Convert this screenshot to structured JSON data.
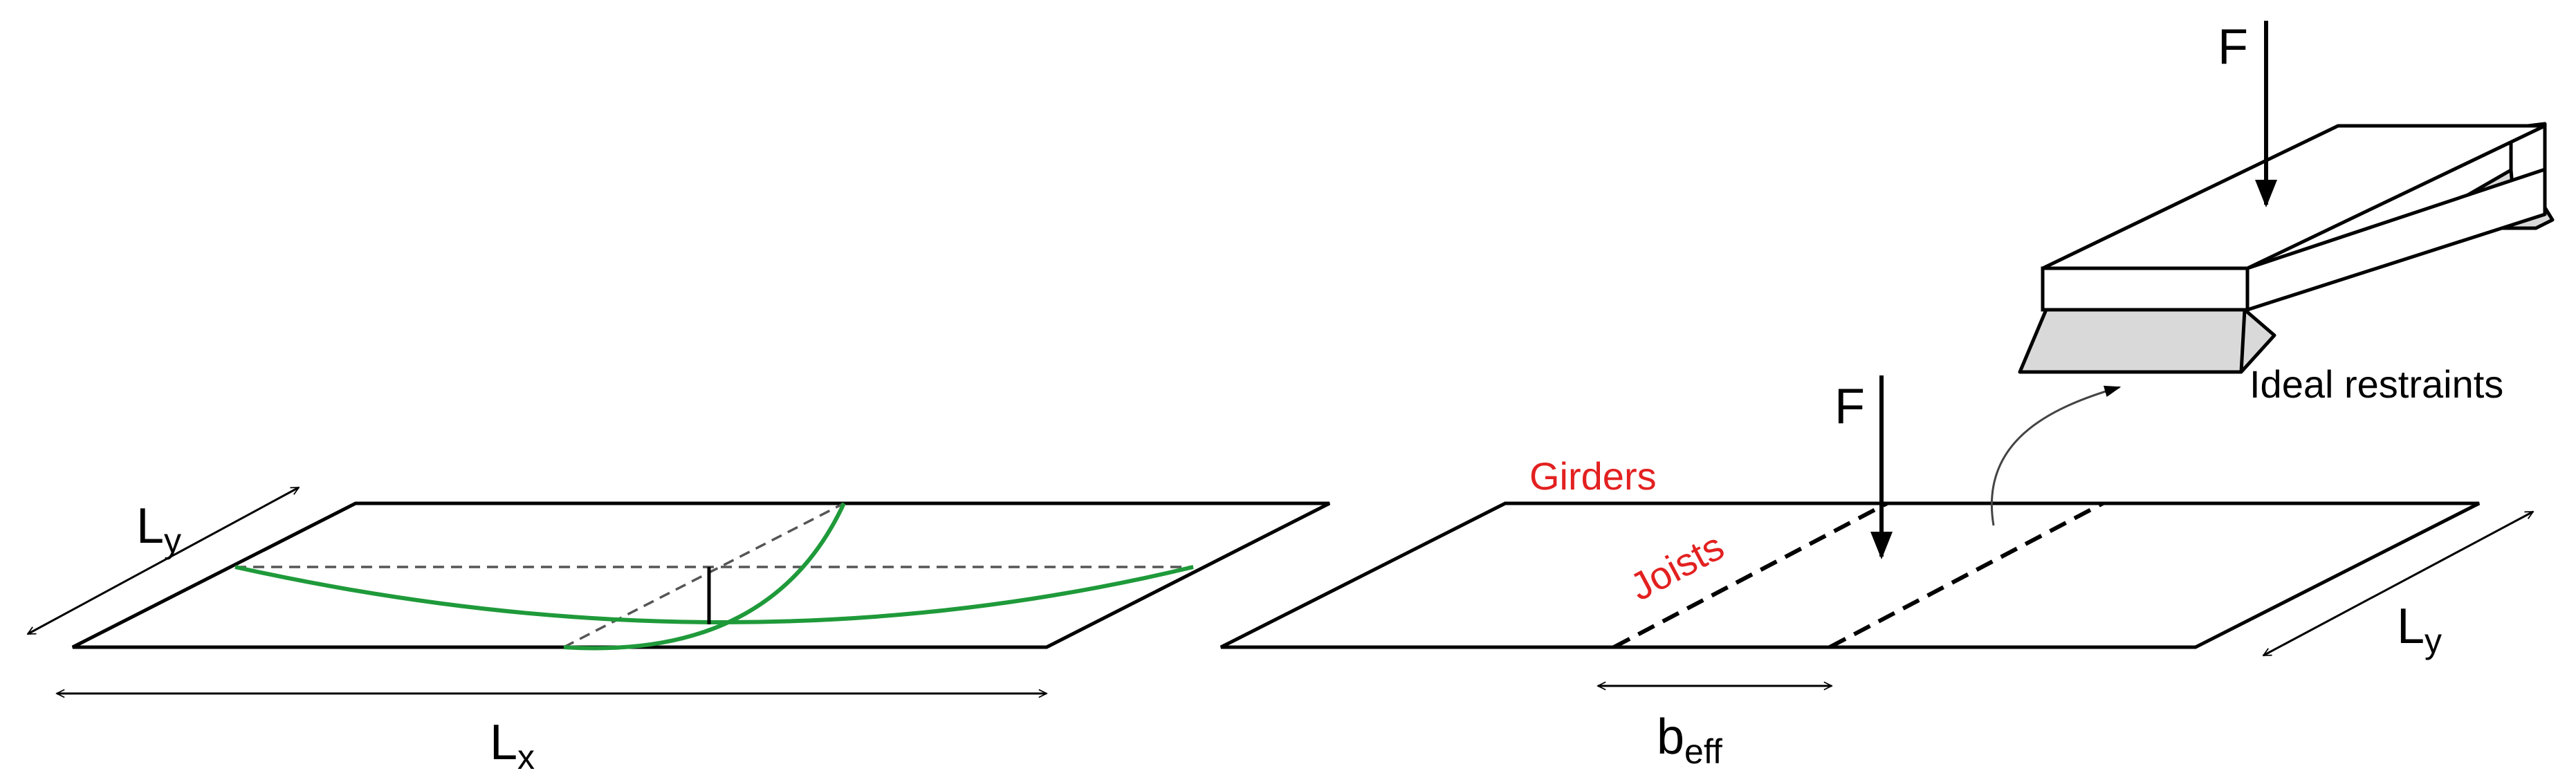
{
  "colors": {
    "line": "#000000",
    "deflection": "#1f9a3a",
    "member_label": "#e32020",
    "support": "#d9d9d9"
  },
  "left_panel": {
    "label_lx": "L",
    "label_lx_sub": "x",
    "label_ly": "L",
    "label_ly_sub": "y"
  },
  "right_panel": {
    "force_label": "F",
    "girders_label": "Girders",
    "joists_label": "Joists",
    "label_beff": "b",
    "label_beff_sub": "eff",
    "label_ly": "L",
    "label_ly_sub": "y"
  },
  "inset": {
    "force_label": "F",
    "caption": "Ideal restraints"
  }
}
